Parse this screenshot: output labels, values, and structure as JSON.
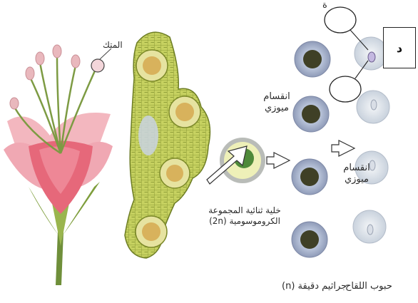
{
  "labels": {
    "anther": "المتك",
    "diploid_cell_line1": "خلية ثنائية المجموعة",
    "diploid_cell_line2": "الكروموسومية (2n)",
    "meiosis1_line1": "انقسام",
    "meiosis1_line2": "ميوزي",
    "meiosis2_line1": "انقسام",
    "meiosis2_line2": "ميوزي",
    "microspores": "جراثيم دقيقة (n)",
    "pollen_grains": "حبوب اللقاح",
    "top_cut_label": "ة",
    "box_label": "د"
  },
  "colors": {
    "petal": "#e8707f",
    "petal_light": "#f2b6bc",
    "stem": "#6f8f3a",
    "sepal": "#8fb04a",
    "anther_tissue": "#c3cf5a",
    "pollen_sac_core": "#d8b25c",
    "cell_ring": "#aeb7cf",
    "nucleus": "#3f4026",
    "pollen_grain": "#dfe6ef"
  }
}
